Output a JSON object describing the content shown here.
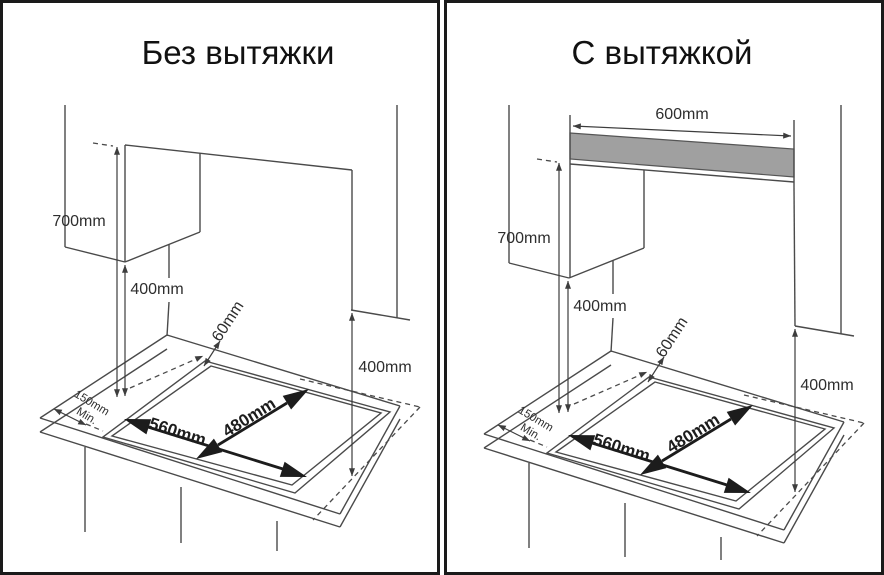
{
  "diagram": {
    "left_panel": {
      "title": "Без вытяжки",
      "labels": {
        "height_to_top": "700mm",
        "height_to_cabinet": "400mm",
        "back_gap": "60mm",
        "side_min_1": "150mm",
        "side_min_2": "Min.",
        "cutout_width": "560mm",
        "cutout_depth": "480mm",
        "right_clearance": "400mm"
      }
    },
    "right_panel": {
      "title": "С вытяжкой",
      "labels": {
        "hood_width": "600mm",
        "height_to_hood": "700mm",
        "height_to_cabinet": "400mm",
        "back_gap": "60mm",
        "side_min_1": "150mm",
        "side_min_2": "Min.",
        "cutout_width": "560mm",
        "cutout_depth": "480mm",
        "right_clearance": "400mm"
      }
    },
    "colors": {
      "line": "#4a4a4a",
      "text": "#2e2e2e",
      "hood_fill": "#a0a0a0",
      "panel_border": "#1a1a1a",
      "background": "#ffffff"
    }
  }
}
